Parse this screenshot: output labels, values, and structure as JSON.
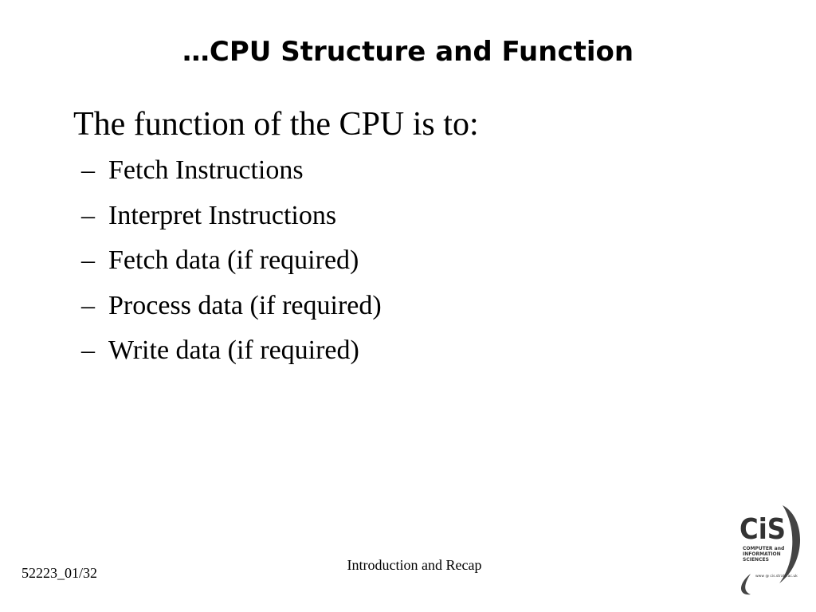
{
  "slide": {
    "title": "…CPU Structure and Function",
    "lead": "The function of the CPU is to:",
    "bullet_marker": "–",
    "bullets": [
      "Fetch Instructions",
      "Interpret Instructions",
      "Fetch data (if required)",
      "Process data (if required)",
      "Write data (if required)"
    ]
  },
  "footer": {
    "left": "52223_01/32",
    "center": "Introduction and Recap"
  },
  "logo": {
    "icon": "cis-logo-icon",
    "text": "CiS",
    "line1": "COMPUTER and",
    "line2": "INFORMATION",
    "line3": "SCIENCES",
    "url": "www @ cis.strath.ac.uk",
    "color": "#333333"
  }
}
